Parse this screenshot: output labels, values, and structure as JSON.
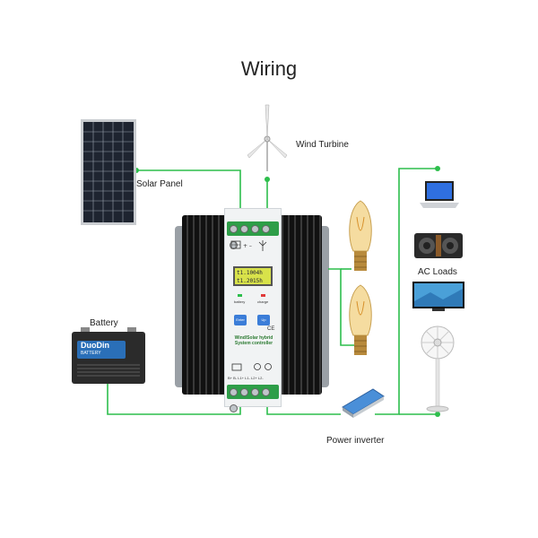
{
  "title": "Wiring",
  "components": {
    "solar_panel": "Solar Panel",
    "wind_turbine": "Wind Turbine",
    "battery": "Battery",
    "battery_brand": "DuoDin",
    "battery_brand_sub": "BATTERY",
    "ac_loads": "AC Loads",
    "power_inverter": "Power inverter"
  },
  "controller": {
    "lcd_line1": "t1.1004h",
    "lcd_line2": "t1.2015h",
    "led_battery": "battery",
    "led_charge": "charge",
    "btn_enter": "Enter",
    "btn_up": "Up",
    "name_line1": "Wind/Solar hybrid",
    "name_line2": "System controller",
    "ce_mark": "CE",
    "bottom_terminals": "B+ B- L1+ L1- L2+ L2-"
  },
  "colors": {
    "wire": "#2dbe4c",
    "terminal": "#2e9e48",
    "lcd": "#d8e24a",
    "button": "#3b7dd8"
  }
}
